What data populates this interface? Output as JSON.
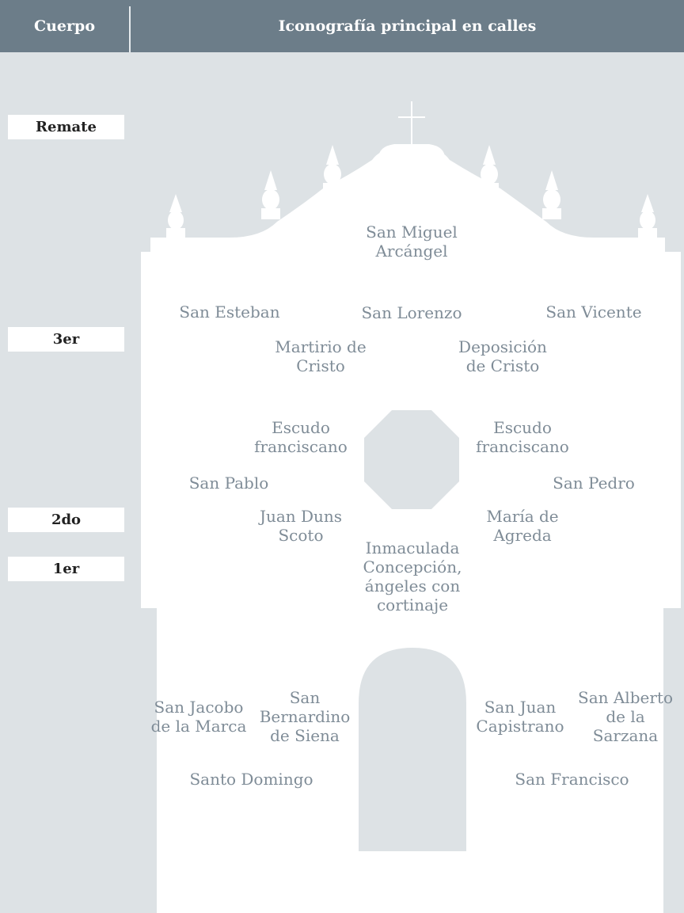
{
  "header": {
    "col1": "Cuerpo",
    "col2": "Iconografía principal en calles"
  },
  "levels": {
    "remate": "Remate",
    "tercer": "3er",
    "segundo": "2do",
    "primer": "1er"
  },
  "labels": {
    "san_miguel": "San Miguel\nArcángel",
    "san_esteban": "San Esteban",
    "san_lorenzo": "San Lorenzo",
    "san_vicente": "San Vicente",
    "martirio": "Martirio de\nCristo",
    "deposicion": "Deposición\nde Cristo",
    "escudo_izq": "Escudo\nfranciscano",
    "escudo_der": "Escudo\nfranciscano",
    "san_pablo": "San Pablo",
    "san_pedro": "San Pedro",
    "duns_scoto": "Juan Duns\nScoto",
    "maria_agreda": "María de\nAgreda",
    "inmaculada": "Inmaculada\nConcepción,\nángeles con\ncortinaje",
    "san_jacobo": "San Jacobo\nde la Marca",
    "san_bernardino": "San\nBernardino\nde Siena",
    "san_juan": "San Juan\nCapistrano",
    "san_alberto": "San Alberto\nde la\nSarzana",
    "santo_domingo": "Santo Domingo",
    "san_francisco": "San Francisco"
  },
  "colors": {
    "background": "#dde2e5",
    "header": "#6c7d89",
    "facade": "#ffffff",
    "label_text": "#7f8c97"
  }
}
